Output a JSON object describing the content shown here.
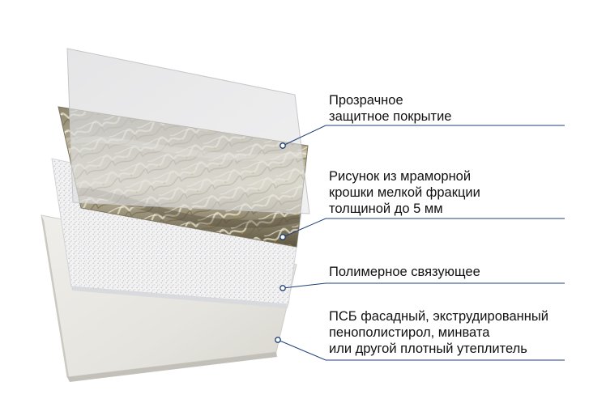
{
  "colors": {
    "leader_line": "#1f3f78",
    "label_text": "#111111",
    "background": "#ffffff"
  },
  "layers": [
    {
      "id": "protective-coating",
      "lines": [
        "Прозрачное",
        "защитное покрытие"
      ]
    },
    {
      "id": "marble-chip-pattern",
      "lines": [
        "Рисунок из мраморной",
        "крошки мелкой фракции",
        "толщиной до 5 мм"
      ]
    },
    {
      "id": "polymer-binder",
      "lines": [
        "Полимерное связующее"
      ]
    },
    {
      "id": "insulation-board",
      "lines": [
        "ПСБ фасадный, экструдированный",
        "пенополистирол, минвата",
        "или другой плотный утеплитель"
      ]
    }
  ]
}
